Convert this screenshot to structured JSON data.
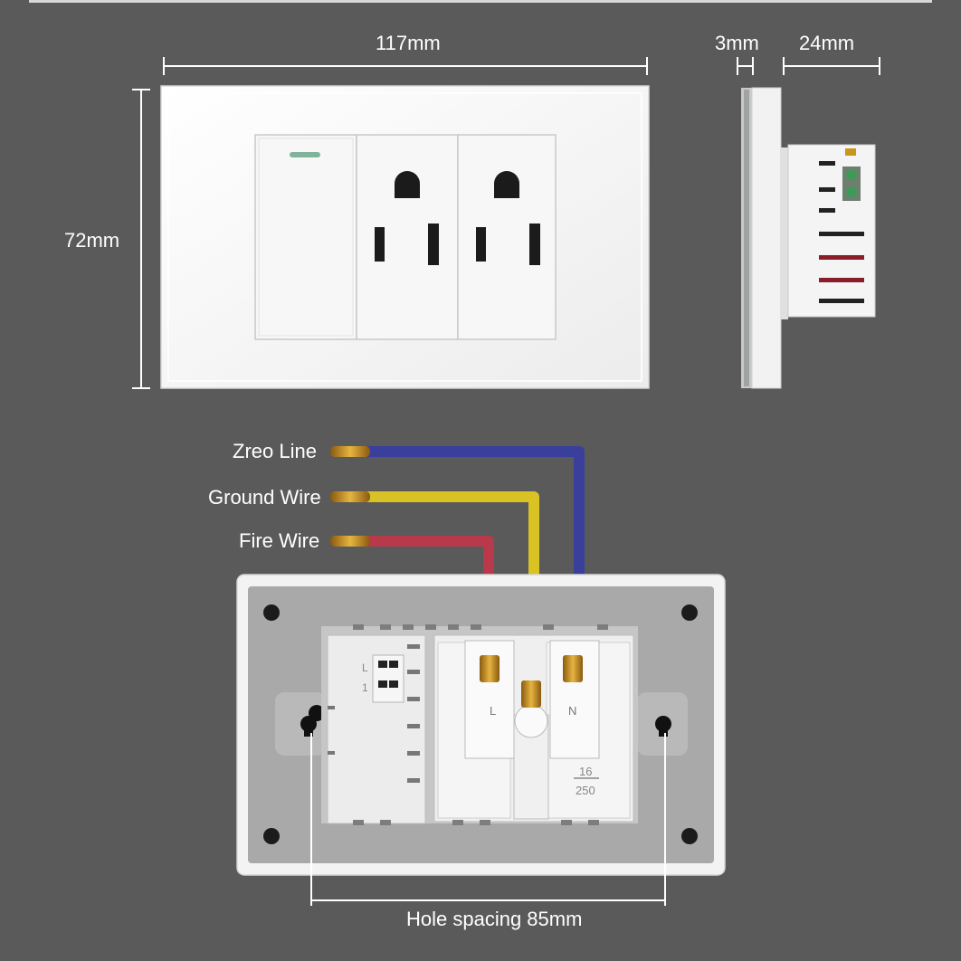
{
  "dimensions": {
    "width": "117mm",
    "height": "72mm",
    "glass_thickness": "3mm",
    "depth": "24mm",
    "hole_spacing": "Hole spacing 85mm"
  },
  "wires": [
    {
      "label": "Zreo Line",
      "color": "#3b3f9c"
    },
    {
      "label": "Ground Wire",
      "color": "#d8c224"
    },
    {
      "label": "Fire Wire",
      "color": "#b83a4a"
    }
  ],
  "terminals": {
    "live": "L",
    "neutral": "N"
  },
  "module_marks": {
    "switch_terminals": [
      "L",
      "1"
    ],
    "rating_lines": [
      "16",
      "250"
    ]
  },
  "colors": {
    "background": "#5a5a5a",
    "plate": "#f4f4f4",
    "brass": "#c8961e",
    "indicator": "#7fb39a"
  }
}
